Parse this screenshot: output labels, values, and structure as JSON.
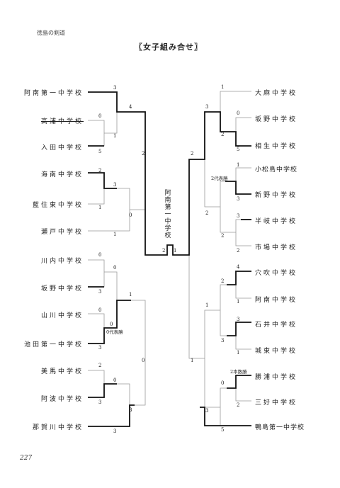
{
  "header": {
    "label": "徳島の剣道"
  },
  "title": "〖女子組み合せ〗",
  "winner": "阿南第一中学校",
  "page_number": "227",
  "left_teams": [
    "阿南第一中学校",
    "高浦中学校",
    "入田中学校",
    "海南中学校",
    "藍住東中学校",
    "瀬戸中学校",
    "川内中学校",
    "坂野中学校",
    "山川中学校",
    "池田第一中学校",
    "美馬中学校",
    "阿波中学校",
    "那賀川中学校"
  ],
  "right_teams": [
    "大麻中学校",
    "坂野中学校",
    "相生中学校",
    "小松島中学校",
    "新野中学校",
    "半岐中学校",
    "市場中学校",
    "穴吹中学校",
    "阿南中学校",
    "石井中学校",
    "城東中学校",
    "勝浦中学校",
    "三好中学校",
    "鴨島第一中学校"
  ],
  "notes": {
    "l_rep": "0代表勝",
    "r_rep": "2代表勝",
    "r_hon": "2本数勝"
  },
  "scores": {
    "l": [
      "3",
      "0",
      "5",
      "1",
      "4",
      "2",
      "1",
      "3",
      "0",
      "1",
      "2",
      "0",
      "0",
      "3",
      "0",
      "0",
      "3",
      "1",
      "0",
      "2",
      "3",
      "3",
      "0",
      "3",
      "3",
      "0"
    ],
    "r": [
      "1",
      "0",
      "5",
      "3",
      "2",
      "1",
      "3",
      "3",
      "2",
      "2",
      "4",
      "1",
      "3",
      "1",
      "2",
      "1",
      "3",
      "2",
      "3",
      "2",
      "5",
      "0",
      "1",
      "2",
      "2",
      "1"
    ],
    "final": [
      "2",
      "1"
    ]
  }
}
